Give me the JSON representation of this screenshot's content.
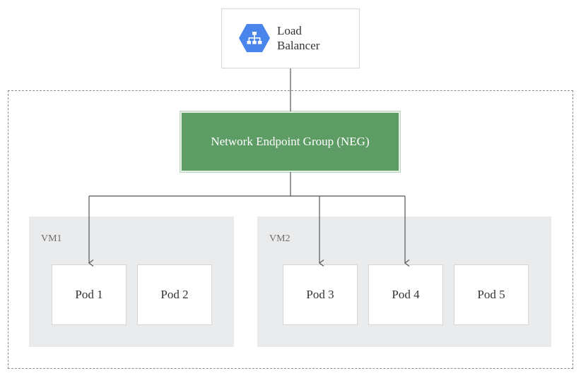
{
  "load_balancer": {
    "label_line1": "Load",
    "label_line2": "Balancer",
    "icon": "load-balancer-icon",
    "icon_color": "#4a85ec"
  },
  "neg": {
    "label": "Network Endpoint Group (NEG)",
    "fill_color": "#5e9c66"
  },
  "vms": [
    {
      "label": "VM1",
      "pods": [
        "Pod 1",
        "Pod 2"
      ]
    },
    {
      "label": "VM2",
      "pods": [
        "Pod 3",
        "Pod 4",
        "Pod 5"
      ]
    }
  ],
  "colors": {
    "connector": "#555555",
    "vm_background": "#eaebed",
    "cluster_border": "#8c8c8c"
  }
}
